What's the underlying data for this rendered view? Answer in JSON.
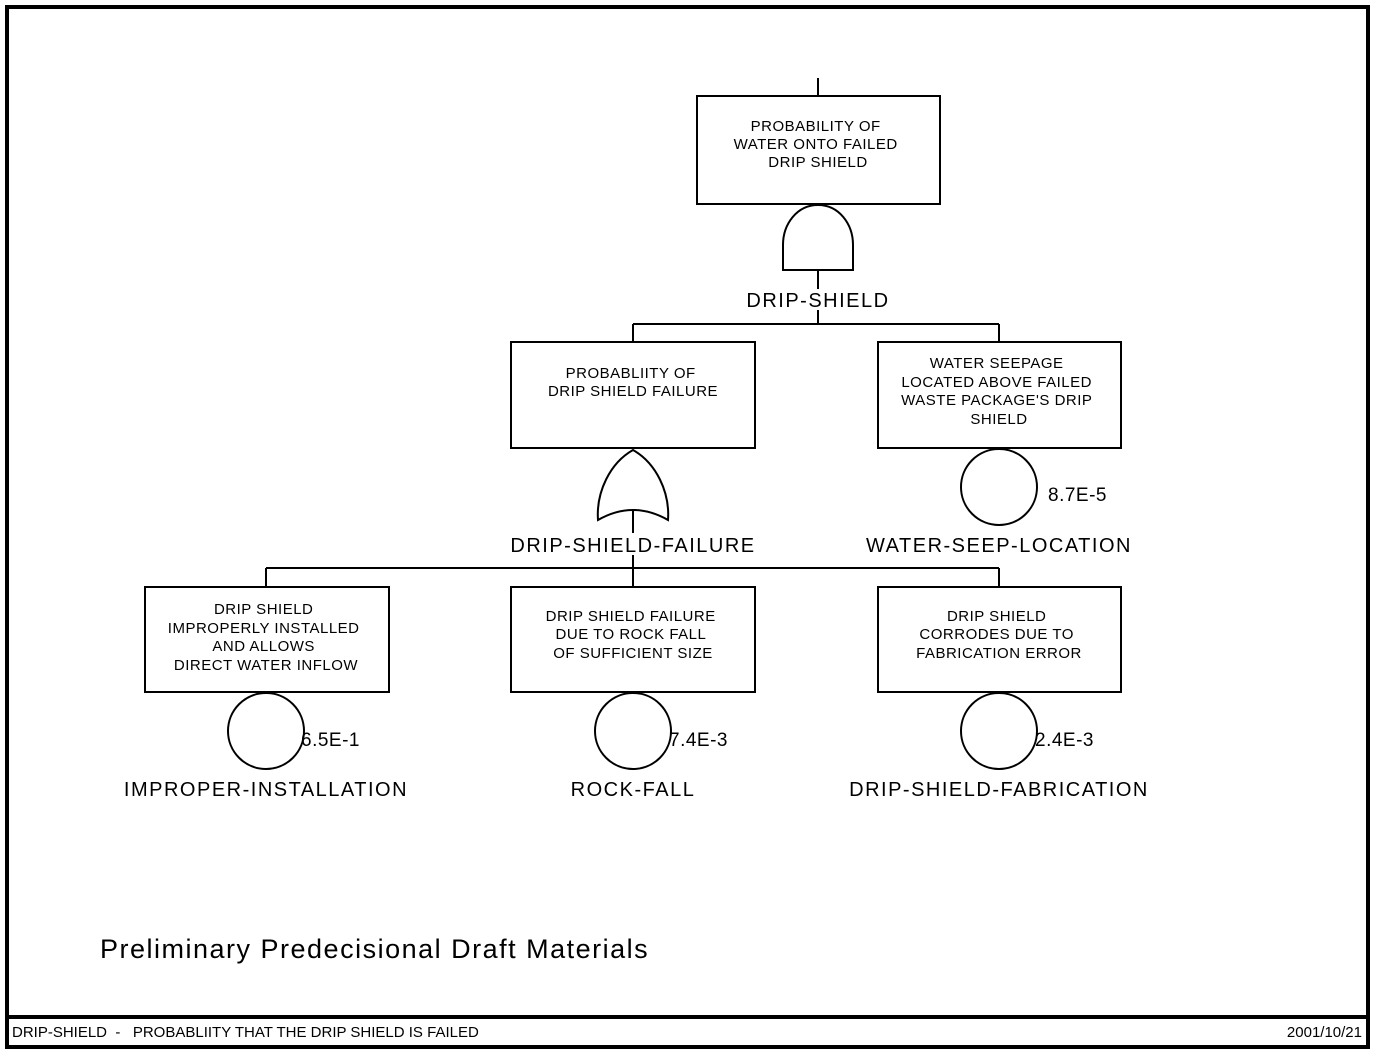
{
  "top_event": {
    "lines": [
      "PROBABILITY OF",
      "WATER ONTO FAILED",
      "DRIP SHIELD"
    ],
    "gate_type": "and",
    "gate_label": "DRIP-SHIELD"
  },
  "intermediate": {
    "lines": [
      "PROBABLIITY OF",
      "DRIP SHIELD FAILURE"
    ],
    "gate_type": "or",
    "gate_label": "DRIP-SHIELD-FAILURE"
  },
  "basic_events": {
    "water_seep": {
      "lines": [
        "WATER SEEPAGE",
        "LOCATED ABOVE FAILED",
        "WASTE PACKAGE'S DRIP",
        "SHIELD"
      ],
      "probability": "8.7E-5",
      "label": "WATER-SEEP-LOCATION"
    },
    "improper_installation": {
      "lines": [
        "DRIP SHIELD",
        "IMPROPERLY INSTALLED",
        "AND ALLOWS",
        "DIRECT WATER INFLOW"
      ],
      "probability": "6.5E-1",
      "label": "IMPROPER-INSTALLATION"
    },
    "rock_fall": {
      "lines": [
        "DRIP SHIELD FAILURE",
        "DUE TO ROCK FALL",
        "OF SUFFICIENT SIZE"
      ],
      "probability": "7.4E-3",
      "label": "ROCK-FALL"
    },
    "fabrication": {
      "lines": [
        "DRIP SHIELD",
        "CORRODES DUE TO",
        "FABRICATION ERROR"
      ],
      "probability": "2.4E-3",
      "label": "DRIP-SHIELD-FABRICATION"
    }
  },
  "draft_notice": "Preliminary Predecisional Draft Materials",
  "footer": {
    "title": "DRIP-SHIELD  -   PROBABLIITY THAT THE DRIP SHIELD IS FAILED",
    "date": "2001/10/21"
  }
}
